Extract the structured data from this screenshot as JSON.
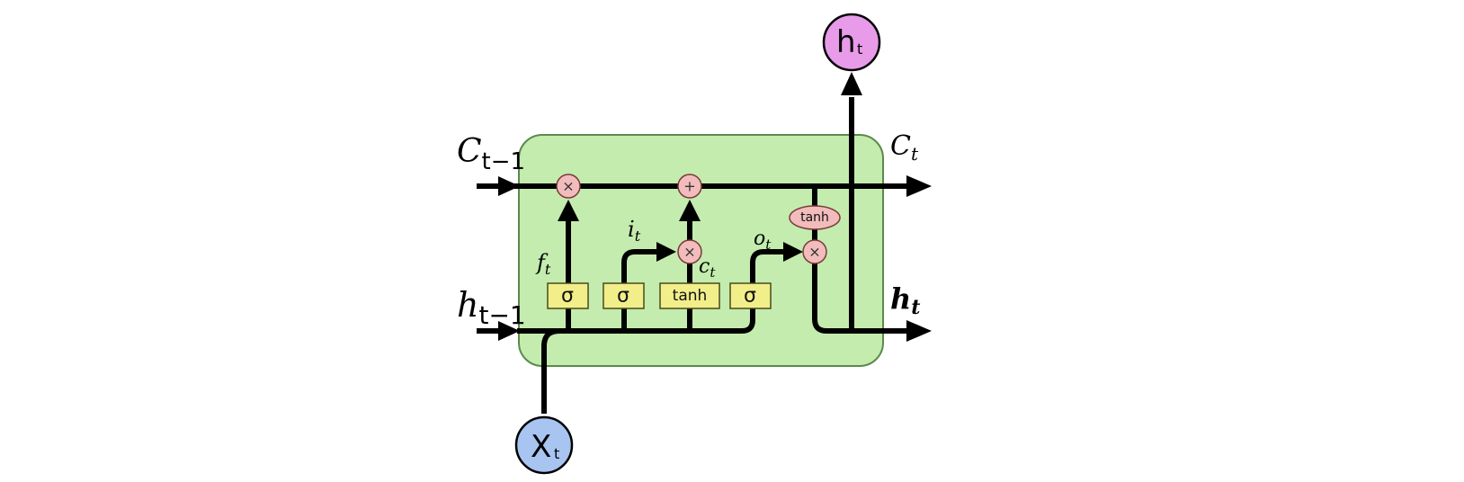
{
  "labels": {
    "c_prev": {
      "main": "C",
      "sub": "t−1"
    },
    "c_next": {
      "main": "C",
      "sub": "t"
    },
    "h_prev": {
      "main": "h",
      "sub": "t−1"
    },
    "h_next": {
      "main": "h",
      "sub": "t"
    },
    "forget": {
      "main": "f",
      "sub": "t"
    },
    "input": {
      "main": "i",
      "sub": "t"
    },
    "candidate": {
      "main": "c",
      "sub": "t"
    },
    "output": {
      "main": "o",
      "sub": "t"
    }
  },
  "gates": {
    "sigma_1": "σ",
    "sigma_2": "σ",
    "tanh_gate": "tanh",
    "sigma_3": "σ",
    "tanh_ellipse": "tanh"
  },
  "ops": {
    "mult_forget": "×",
    "add_cell": "+",
    "mult_input": "×",
    "mult_output": "×"
  },
  "nodes": {
    "input_x": {
      "main": "X",
      "sub": "t"
    },
    "output_h": {
      "main": "h",
      "sub": "t"
    }
  },
  "colors": {
    "cell_fill": "#c4ecae",
    "cell_stroke": "#5a8a4a",
    "gate_fill": "#f2ee8a",
    "op_fill": "#f2bcbc",
    "input_node": "#a8c4f0",
    "output_node": "#e79be9"
  }
}
